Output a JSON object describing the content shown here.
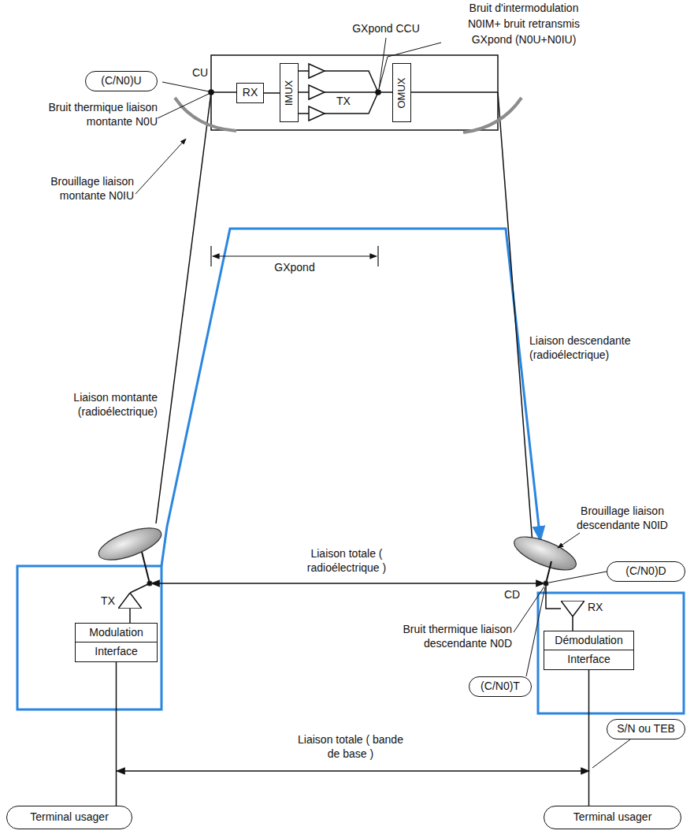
{
  "diagram": {
    "nodes": [
      {
        "text": [
          "RX"
        ]
      },
      {
        "text": [
          "IMUX"
        ]
      },
      {
        "text": [
          "OMUX"
        ]
      },
      {
        "text": [
          "(C/N0)U"
        ]
      },
      {
        "text": [
          "TX"
        ]
      },
      {
        "text": [
          "Modulation"
        ]
      },
      {
        "text": [
          "Interface"
        ]
      },
      {
        "text": [
          "(C/N0)D"
        ]
      },
      {
        "text": [
          "RX"
        ]
      },
      {
        "text": [
          "Démodulation"
        ]
      },
      {
        "text": [
          "Interface"
        ]
      },
      {
        "text": [
          "(C/N0)T"
        ]
      },
      {
        "text": [
          "S/N ou TEB"
        ]
      },
      {
        "text": [
          "Terminal usager"
        ]
      },
      {
        "text": [
          "Terminal usager"
        ]
      }
    ],
    "edges": [
      {
        "from": 0,
        "to": 1,
        "arrow": "none"
      },
      {
        "from": 4,
        "to": 5,
        "arrow": "none"
      },
      {
        "from": 6,
        "to": 13,
        "arrow": "none"
      },
      {
        "from": 8,
        "to": 9,
        "arrow": "none"
      },
      {
        "from": 10,
        "to": 14,
        "arrow": "none"
      }
    ],
    "labels": [
      "Bruit d'intermodulation",
      "N0IM+ bruit retransmis",
      "GXpond (N0U+N0IU)",
      "GXpond CCU",
      "CU",
      "Bruit thermique liaison montante N0U",
      "Brouillage liaison montante N0IU",
      "TX",
      "GXpond",
      "Liaison montante (radioélectrique)",
      "Liaison descendante (radioélectrique)",
      "Brouillage liaison descendante N0ID",
      "Liaison totale ( radioélectrique )",
      "CD",
      "Bruit thermique liaison descendante N0D",
      "Liaison totale ( bande de base )"
    ]
  }
}
